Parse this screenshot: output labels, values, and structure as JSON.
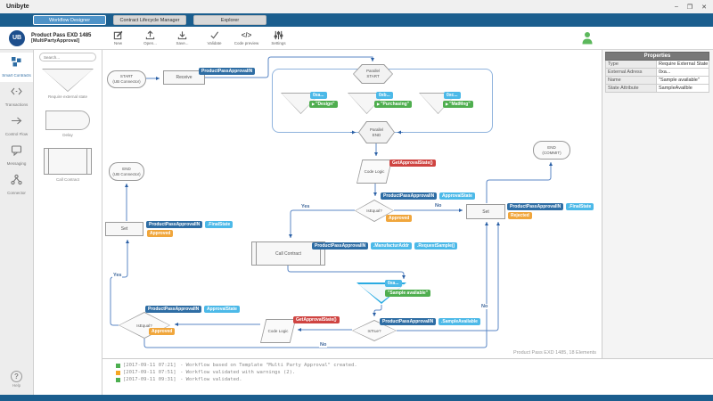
{
  "window": {
    "title": "Unibyte",
    "minimize": "–",
    "maximize": "❐",
    "close": "✕"
  },
  "nav": {
    "tabs": [
      {
        "label": "Workflow Designer",
        "active": true
      },
      {
        "label": "Contract Lifecycle Manager",
        "active": false
      },
      {
        "label": "Explorer",
        "active": false
      }
    ]
  },
  "toolbar": {
    "logo": "UB",
    "title": "Product Pass EXD 1485",
    "subtitle": "[MultiPartyApproval]",
    "code_glyph": "</>",
    "buttons": [
      {
        "label": "New"
      },
      {
        "label": "Open..."
      },
      {
        "label": "Save..."
      },
      {
        "label": "Validate"
      },
      {
        "label": "Code preview"
      },
      {
        "label": "Settings"
      }
    ]
  },
  "sidebar": {
    "items": [
      {
        "label": "Smart Contracts",
        "active": true
      },
      {
        "label": "Transactions",
        "active": false
      },
      {
        "label": "Control Flow",
        "active": false
      },
      {
        "label": "Messaging",
        "active": false
      },
      {
        "label": "Connector",
        "active": false
      }
    ],
    "help_label": "Help",
    "help_icon": "?"
  },
  "palette": {
    "search_placeholder": "Search...",
    "shapes": [
      {
        "label": "Require external state"
      },
      {
        "label": "Delay"
      },
      {
        "label": "Call Contract"
      }
    ]
  },
  "canvas": {
    "play": "▶",
    "status": "Product Pass EXD 1485, 18 Elements",
    "edge_labels": {
      "yes": "Yes",
      "no": "No"
    },
    "nodes": {
      "start": {
        "l1": "START",
        "l2": "(UB Connector)"
      },
      "receive": {
        "label": "Receive",
        "tag": "ProductPassApprovalIN"
      },
      "parallel_start": {
        "l1": "Parallel",
        "l2": "START"
      },
      "tri_design": {
        "addr": "0xa...",
        "name": "\"Design\""
      },
      "tri_purchasing": {
        "addr": "0xb...",
        "name": "\"Purchasing\""
      },
      "tri_matmng": {
        "addr": "0xc...",
        "name": "\"MatMng\""
      },
      "parallel_end": {
        "l1": "Parallel",
        "l2": "END"
      },
      "code_logic1": {
        "label": "Code Logic",
        "tag": "GetApprovalState()"
      },
      "isequal1": {
        "label": "IsEqual?",
        "tag_blue": "ProductPassApprovalIN",
        "tag_cyan": "ApprovalState",
        "tag_orange": "Approved"
      },
      "set_right": {
        "label": "Set",
        "tag_blue": "ProductPassApprovalIN",
        "tag_cyan": ".FinalState",
        "tag_orange": "Rejected"
      },
      "end_commit": {
        "l1": "END",
        "l2": "(COMMIT)"
      },
      "end_ub": {
        "l1": "END",
        "l2": "(UB Connector)"
      },
      "call_contract": {
        "label": "Call Contract",
        "tag_blue": "ProductPassApprovalIN",
        "tag_cyan1": ".ManufacturAddr",
        "tag_cyan2": ".RequestSample()"
      },
      "tri_sample": {
        "addr": "0xa...",
        "name": "\"Sample available\""
      },
      "istrue": {
        "label": "IsTrue?",
        "tag_blue": "ProductPassApprovalIN",
        "tag_cyan": ".SampleAvailable"
      },
      "code_logic2": {
        "label": "Code Logic",
        "tag": "GetApprovalState()"
      },
      "isequal2": {
        "label": "IsEqual?",
        "tag_blue": "ProductPassApprovalIN",
        "tag_cyan": "ApprovalState",
        "tag_orange": "Approved"
      },
      "set_left": {
        "label": "Set",
        "tag_blue": "ProductPassApprovalIN",
        "tag_cyan": ".FinalState",
        "tag_orange": "Approved"
      }
    }
  },
  "properties": {
    "title": "Properties",
    "rows": [
      {
        "label": "Type",
        "value": "Require External State"
      },
      {
        "label": "External Adress",
        "value": "0xa..."
      },
      {
        "label": "Name",
        "value": "\"Sample available\""
      },
      {
        "label": "State Attribute",
        "value": "SampleAvailble"
      }
    ]
  },
  "log": {
    "entries": [
      {
        "time": "[2017-09-11 07:21]",
        "text": "- Workflow based on Template \"Multi Party Approval\" created.",
        "color": "#4caf50"
      },
      {
        "time": "[2017-09-11 07:51]",
        "text": "- Workflow validated with warnings (2).",
        "color": "#f5a623"
      },
      {
        "time": "[2017-09-11 09:31]",
        "text": "- Workflow validated.",
        "color": "#4caf50"
      }
    ]
  },
  "colors": {
    "accent_blue": "#1b5e8e",
    "active_tab": "#4e93c8",
    "tag_blue": "#2e6da4",
    "tag_cyan": "#4cb9e8",
    "tag_green": "#4fae4f",
    "tag_orange": "#f0a63c",
    "tag_red": "#cf4441",
    "edge": "#5b87c5",
    "selection": "#29abe2",
    "user_green": "#5cb85c"
  }
}
